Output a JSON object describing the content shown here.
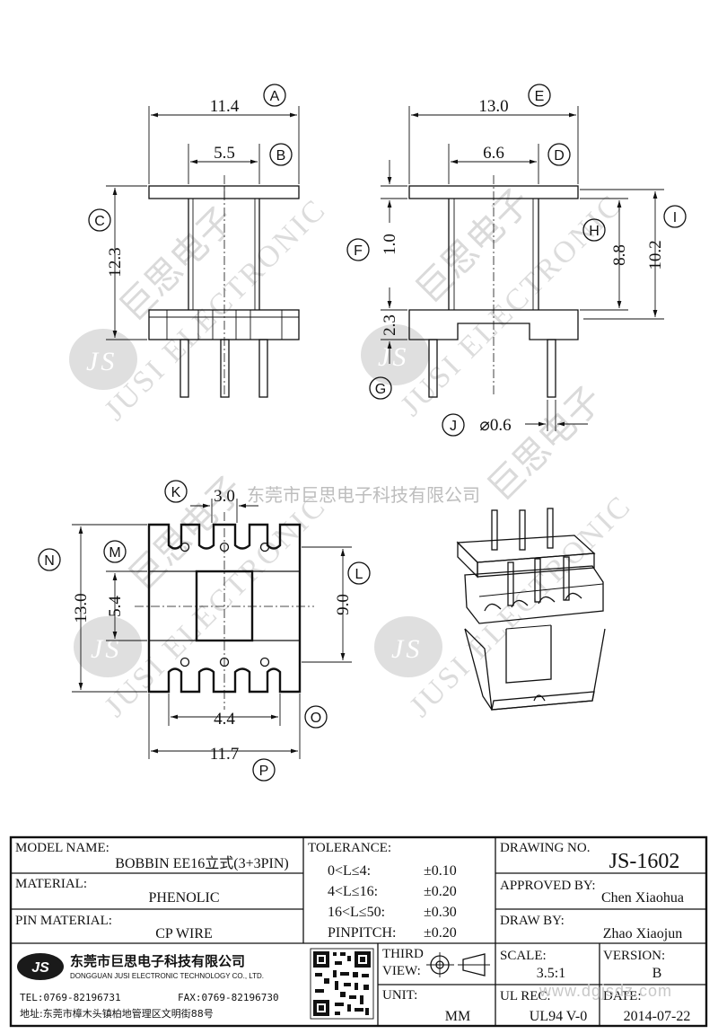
{
  "watermark": {
    "brand_en": "JUSI ELECTRONIC",
    "brand_cn": "巨思电子",
    "logo": "JS",
    "overlay_text": "东莞市巨思电子科技有限公司",
    "url_overlay": "www.dgjsdz.com"
  },
  "dimensions": {
    "A": "11.4",
    "B": "5.5",
    "C": "12.3",
    "D": "6.6",
    "E": "13.0",
    "F": "1.0",
    "G": "2.3",
    "H": "8.8",
    "I": "10.2",
    "J": "⌀0.6",
    "K": "3.0",
    "L": "9.0",
    "M": "5.4",
    "N": "13.0",
    "O": "4.4",
    "P": "11.7"
  },
  "callouts": [
    "A",
    "B",
    "C",
    "D",
    "E",
    "F",
    "G",
    "H",
    "I",
    "J",
    "K",
    "L",
    "M",
    "N",
    "O",
    "P"
  ],
  "title_block": {
    "model_name_label": "MODEL NAME:",
    "model_name_value": "BOBBIN EE16立式(3+3PIN)",
    "material_label": "MATERIAL:",
    "material_value": "PHENOLIC",
    "pin_material_label": "PIN MATERIAL:",
    "pin_material_value": "CP WIRE",
    "tolerance_label": "TOLERANCE:",
    "tolerance_rows": [
      {
        "range": "0<L≤4:",
        "value": "±0.10"
      },
      {
        "range": "4<L≤16:",
        "value": "±0.20"
      },
      {
        "range": "16<L≤50:",
        "value": "±0.30"
      },
      {
        "range": "PINPITCH:",
        "value": "±0.20"
      }
    ],
    "drawing_no_label": "DRAWING NO.",
    "drawing_no_value": "JS-1602",
    "approved_by_label": "APPROVED BY:",
    "approved_by_value": "Chen Xiaohua",
    "draw_by_label": "DRAW BY:",
    "draw_by_value": "Zhao Xiaojun",
    "company_cn": "东莞市巨思电子科技有限公司",
    "company_en": "DONGGUAN JUSI ELECTRONIC TECHNOLOGY CO., LTD.",
    "tel": "TEL:0769-82196731",
    "fax": "FAX:0769-82196730",
    "address": "地址:东莞市樟木头镇柏地管理区文明街88号",
    "projection_label_1": "THIRD",
    "projection_label_2": "VIEW:",
    "unit_label": "UNIT:",
    "unit_value": "MM",
    "scale_label": "SCALE:",
    "scale_value": "3.5:1",
    "version_label": "VERSION:",
    "version_value": "B",
    "ul_rec_label": "UL REC:",
    "ul_rec_value": "UL94 V-0",
    "date_label": "DATE:",
    "date_value": "2014-07-22"
  }
}
